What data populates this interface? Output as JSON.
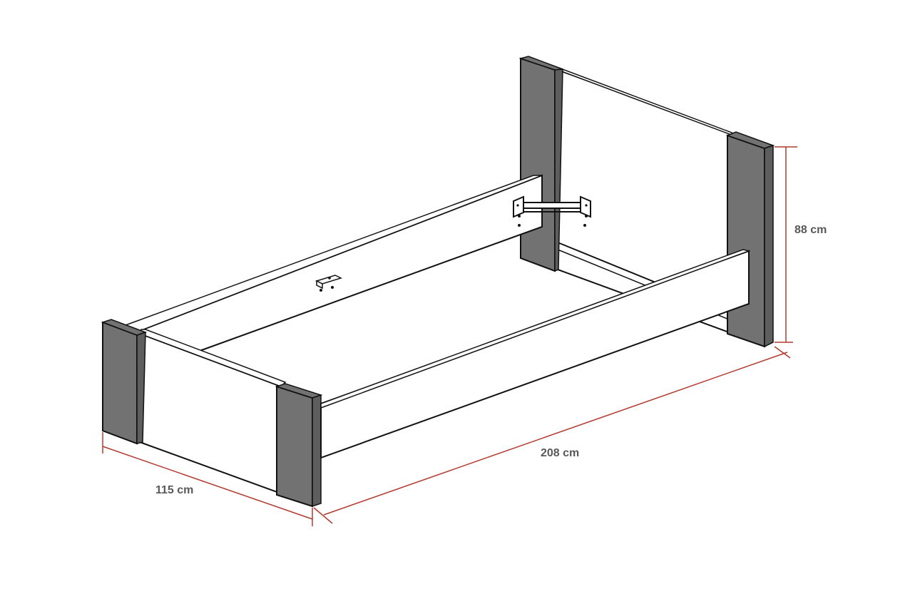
{
  "dimensions": {
    "width_label": "115 cm",
    "length_label": "208 cm",
    "height_label": "88 cm"
  },
  "colors": {
    "post": "#727272",
    "post_side": "#5e5e5e",
    "panel": "#ffffff",
    "outline": "#111111",
    "dimension_line": "#b23a2f",
    "label_text": "#595959"
  }
}
